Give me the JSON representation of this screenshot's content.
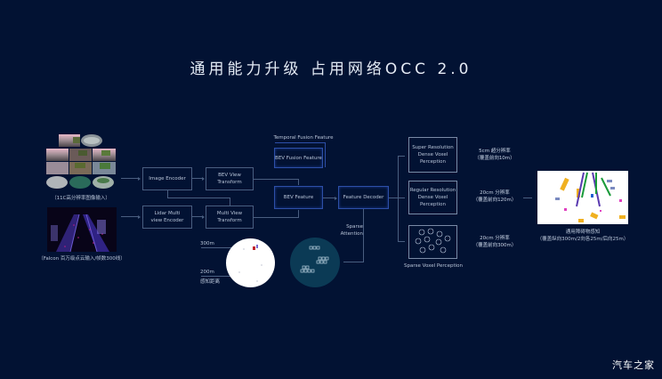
{
  "title": "通用能力升级  占用网络OCC 2.0",
  "inputs": {
    "camera_caption": "（11C高分辨率图像输入）",
    "lidar_caption": "（Falcon 百万级点云输入/帧数300线）"
  },
  "encoders": {
    "image_encoder": "Image Encoder",
    "lidar_encoder": "Lidar Multi\nview Encoder"
  },
  "transforms": {
    "bev_view_transform": "BEV View\nTransform",
    "multi_view_transform": "Multi View\nTransform"
  },
  "fusion": {
    "temporal_label": "Temporal Fusion Feature",
    "bev_fusion_feature": "BEV Fusion Feature",
    "bev_feature": "BEV Feature",
    "feature_decoder": "Feature Decoder",
    "sparse_attention": "Sparse\nAttention"
  },
  "range_viz": {
    "label_300m": "300m",
    "label_200m": "200m",
    "caption": "感知距离"
  },
  "outputs": [
    {
      "box": "Super Resolution\nDense Voxel\nPerception",
      "res": "5cm 超分辨率",
      "range": "（覆盖前向10m）"
    },
    {
      "box": "Regular Resolution\nDense Voxel\nPerception",
      "res": "20cm 分辨率",
      "range": "（覆盖前向120m）"
    },
    {
      "box": "",
      "res": "20cm 分辨率",
      "range": "（覆盖前向300m）",
      "caption": "Sparse Voxel Perception"
    }
  ],
  "result": {
    "caption_line1": "通用障碍物感知",
    "caption_line2": "（覆盖纵向300m/2向各25m/后向25m）"
  },
  "watermark": "汽车之家",
  "colors": {
    "background": "#021233",
    "box_border": "#4a5e80",
    "highlight_border": "#2d4fa8",
    "voxel_circle": "#0b3a55"
  }
}
